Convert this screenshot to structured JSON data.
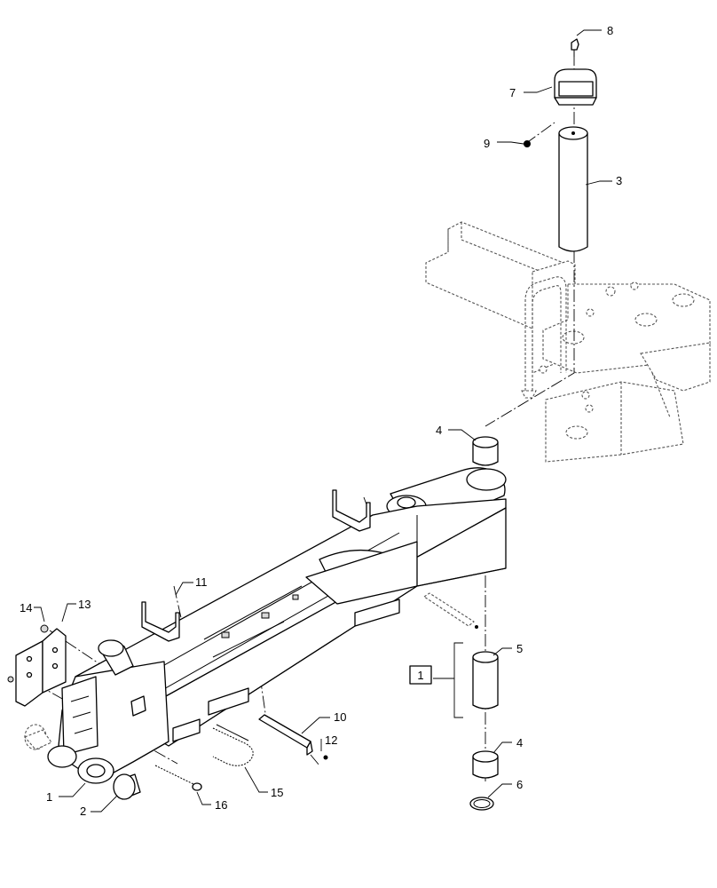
{
  "callouts": {
    "c1": "1",
    "c2": "2",
    "c3": "3",
    "c4a": "4",
    "c4b": "4",
    "c5": "5",
    "c6": "6",
    "c7": "7",
    "c8": "8",
    "c9": "9",
    "c10": "10",
    "c11": "11",
    "c12": "12",
    "c13": "13",
    "c14": "14",
    "c15": "15",
    "c16": "16"
  },
  "kit_box": "1"
}
